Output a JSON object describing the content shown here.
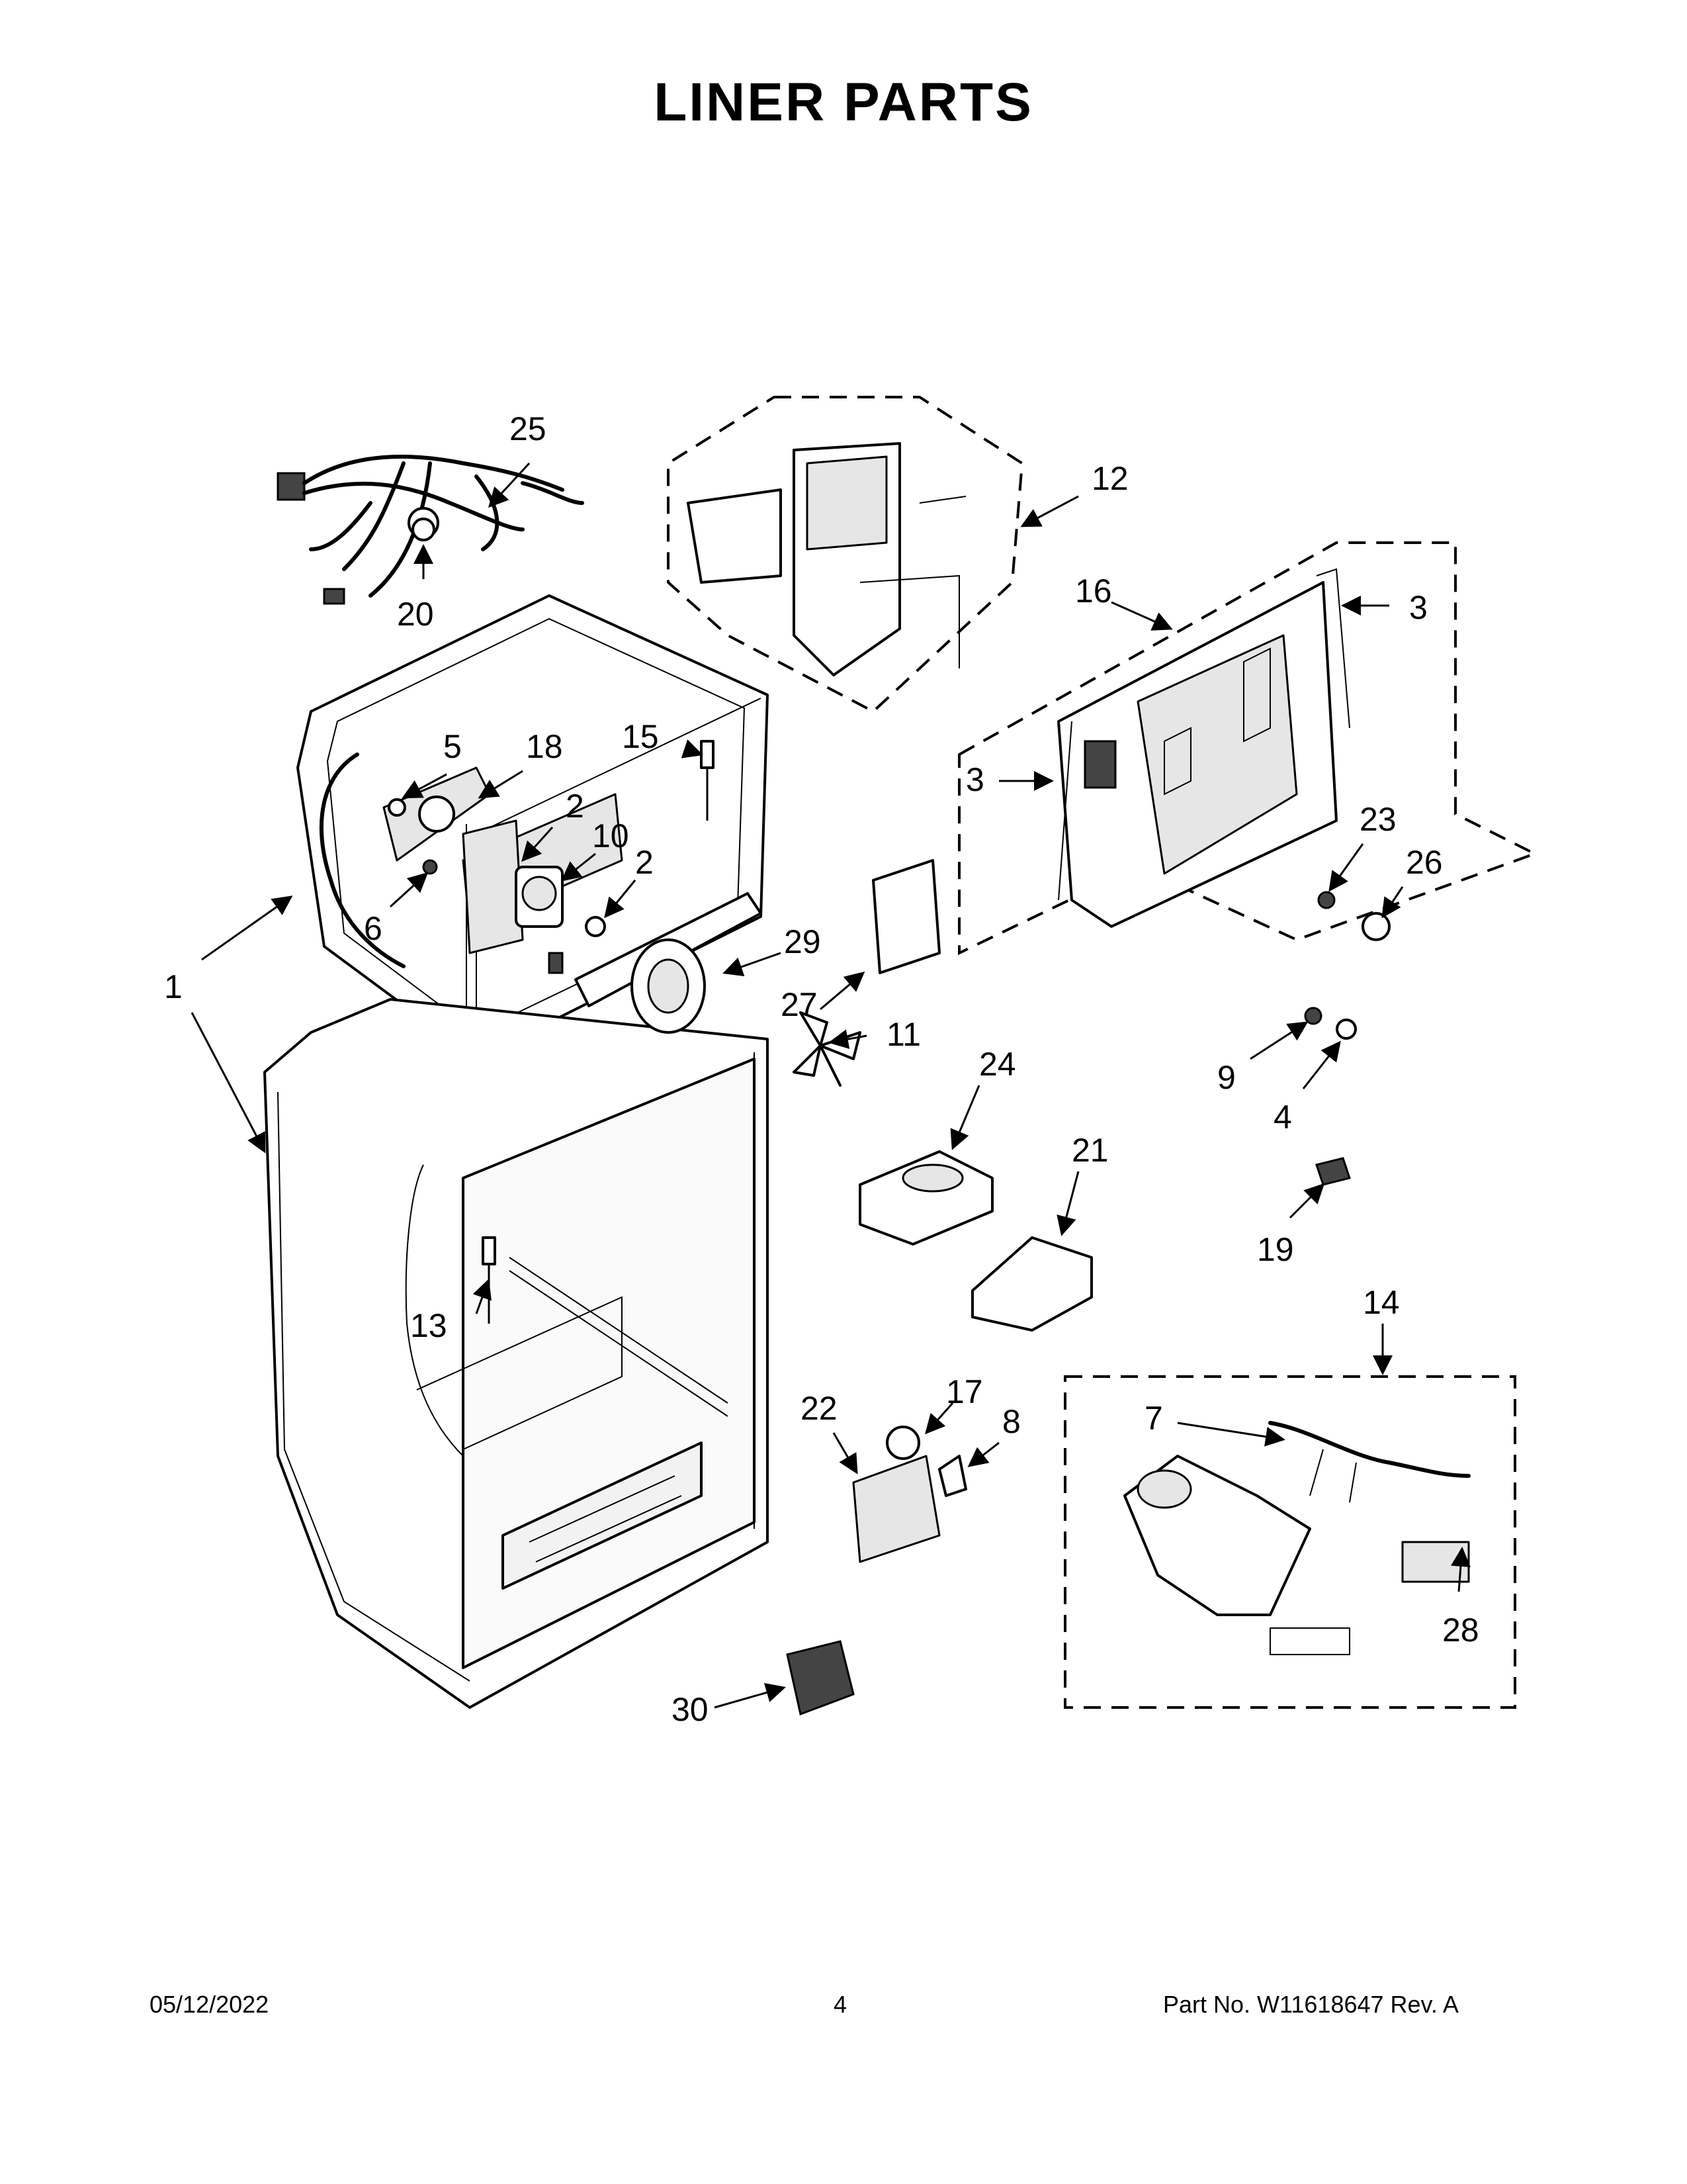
{
  "title": "LINER PARTS",
  "footer": {
    "date": "05/12/2022",
    "page": "4",
    "part_no": "Part No.  W11618647  Rev.  A"
  },
  "callouts": {
    "c1": "1",
    "c2a": "2",
    "c2b": "2",
    "c3a": "3",
    "c3b": "3",
    "c4": "4",
    "c5": "5",
    "c6": "6",
    "c7": "7",
    "c8": "8",
    "c9": "9",
    "c10": "10",
    "c11": "11",
    "c12": "12",
    "c13": "13",
    "c14": "14",
    "c15": "15",
    "c16": "16",
    "c17": "17",
    "c18": "18",
    "c19": "19",
    "c20": "20",
    "c21": "21",
    "c22": "22",
    "c23": "23",
    "c24": "24",
    "c25": "25",
    "c26": "26",
    "c27": "27",
    "c28": "28",
    "c29": "29",
    "c30": "30"
  }
}
